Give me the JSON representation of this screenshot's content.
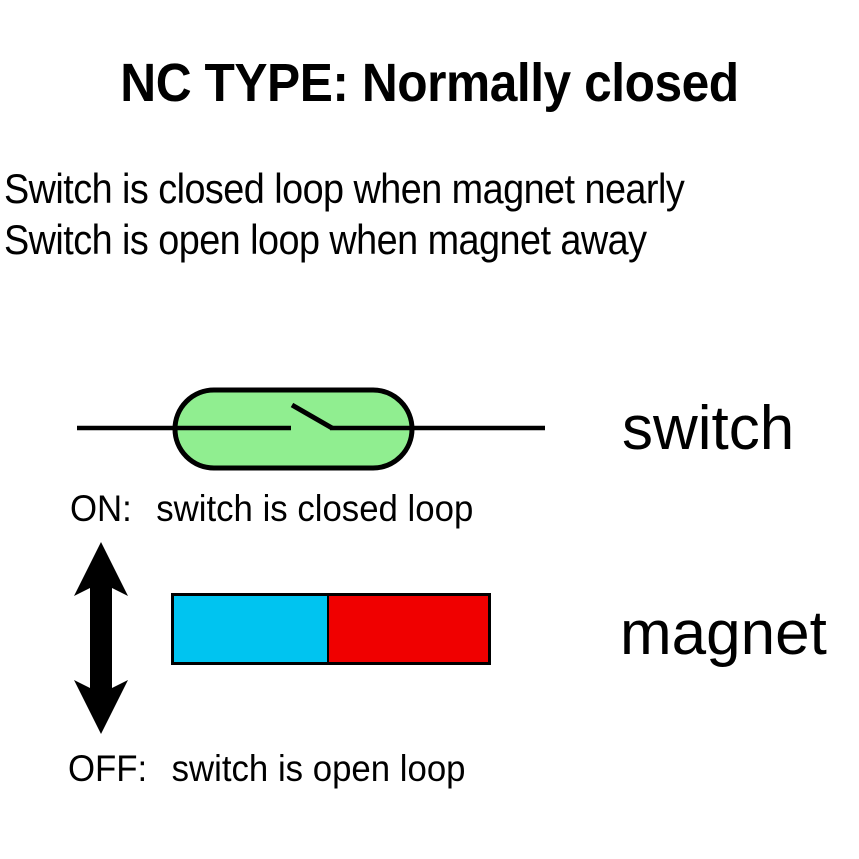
{
  "title": "NC TYPE: Normally closed",
  "description": {
    "line1": "Switch is closed loop when magnet nearly",
    "line2": "Switch is open loop when magnet away"
  },
  "labels": {
    "switch": "switch",
    "magnet": "magnet"
  },
  "states": {
    "on": {
      "key": "ON:",
      "text": "switch is closed loop"
    },
    "off": {
      "key": "OFF:",
      "text": "switch is open loop"
    }
  },
  "colors": {
    "switch_body": "#90EE90",
    "outline": "#000000",
    "magnet_north": "#00C4F0",
    "magnet_south": "#F00000",
    "background": "#FFFFFF",
    "text": "#000000"
  },
  "diagram": {
    "switch_symbol_name": "normally-closed-reed-switch",
    "switch_contact_state": "closed",
    "magnet_poles": [
      "north-cyan",
      "south-red"
    ],
    "arrow_direction": "vertical-bidirectional"
  }
}
